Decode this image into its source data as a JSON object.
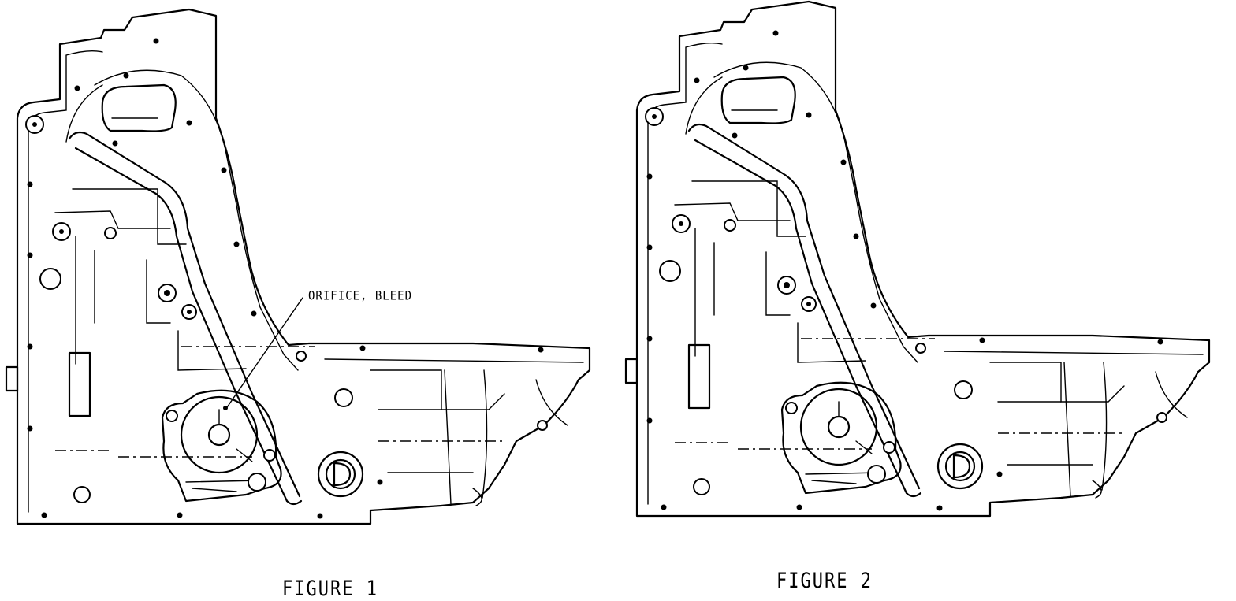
{
  "figures": [
    {
      "caption": "FIGURE 1",
      "callout": "ORIFICE, BLEED"
    },
    {
      "caption": "FIGURE 2"
    }
  ]
}
